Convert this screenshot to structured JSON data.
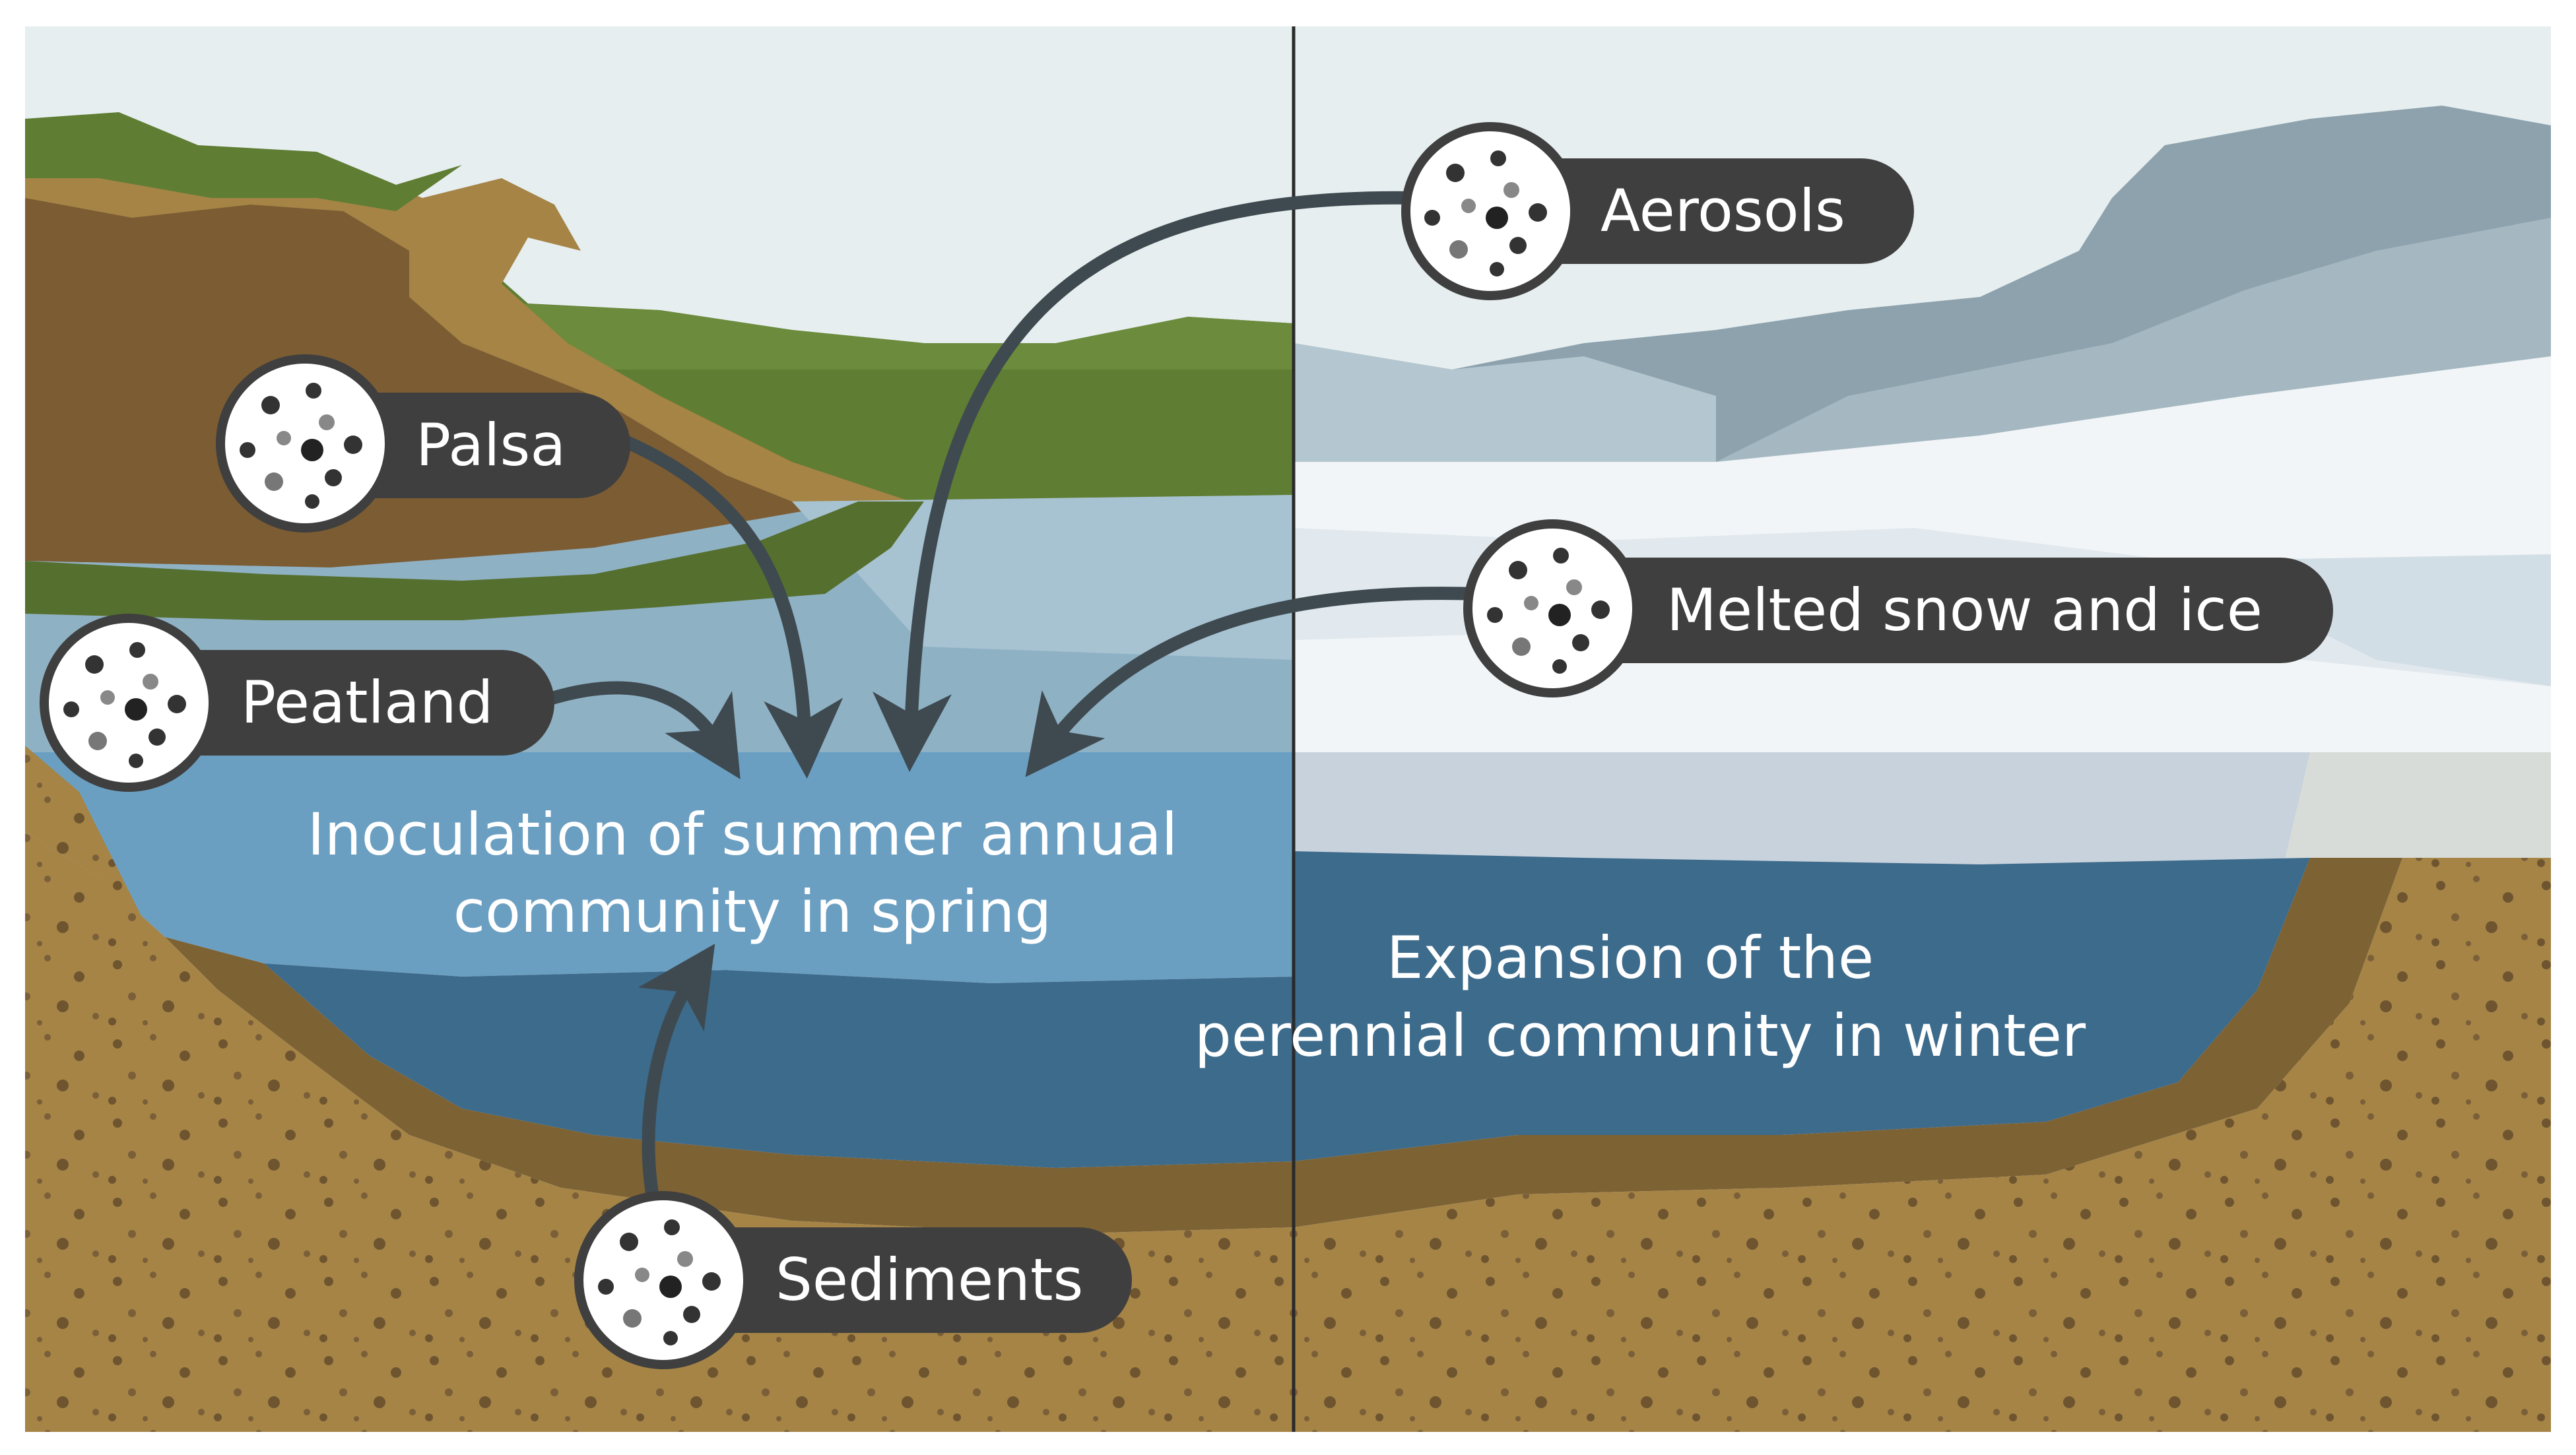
{
  "sources": {
    "aerosols": "Aerosols",
    "palsa": "Palsa",
    "peatland": "Peatland",
    "melted": "Melted snow and ice",
    "sediments": "Sediments"
  },
  "captions": {
    "spring_line1": "Inoculation of summer annual",
    "spring_line2": "community in spring",
    "winter_line1": "Expansion of the",
    "winter_line2": "perennial community in winter"
  },
  "colors": {
    "sky": "#e6eef0",
    "grass": "#5f7d33",
    "soil": "#a58446",
    "lake_summer": "#6b9fc2",
    "lake_winter": "#3d6b8c",
    "label_bg": "#3f3f3f",
    "arrow": "#3e4a50",
    "snow": "#f2f5f7",
    "mountain": "#8da2ad"
  }
}
